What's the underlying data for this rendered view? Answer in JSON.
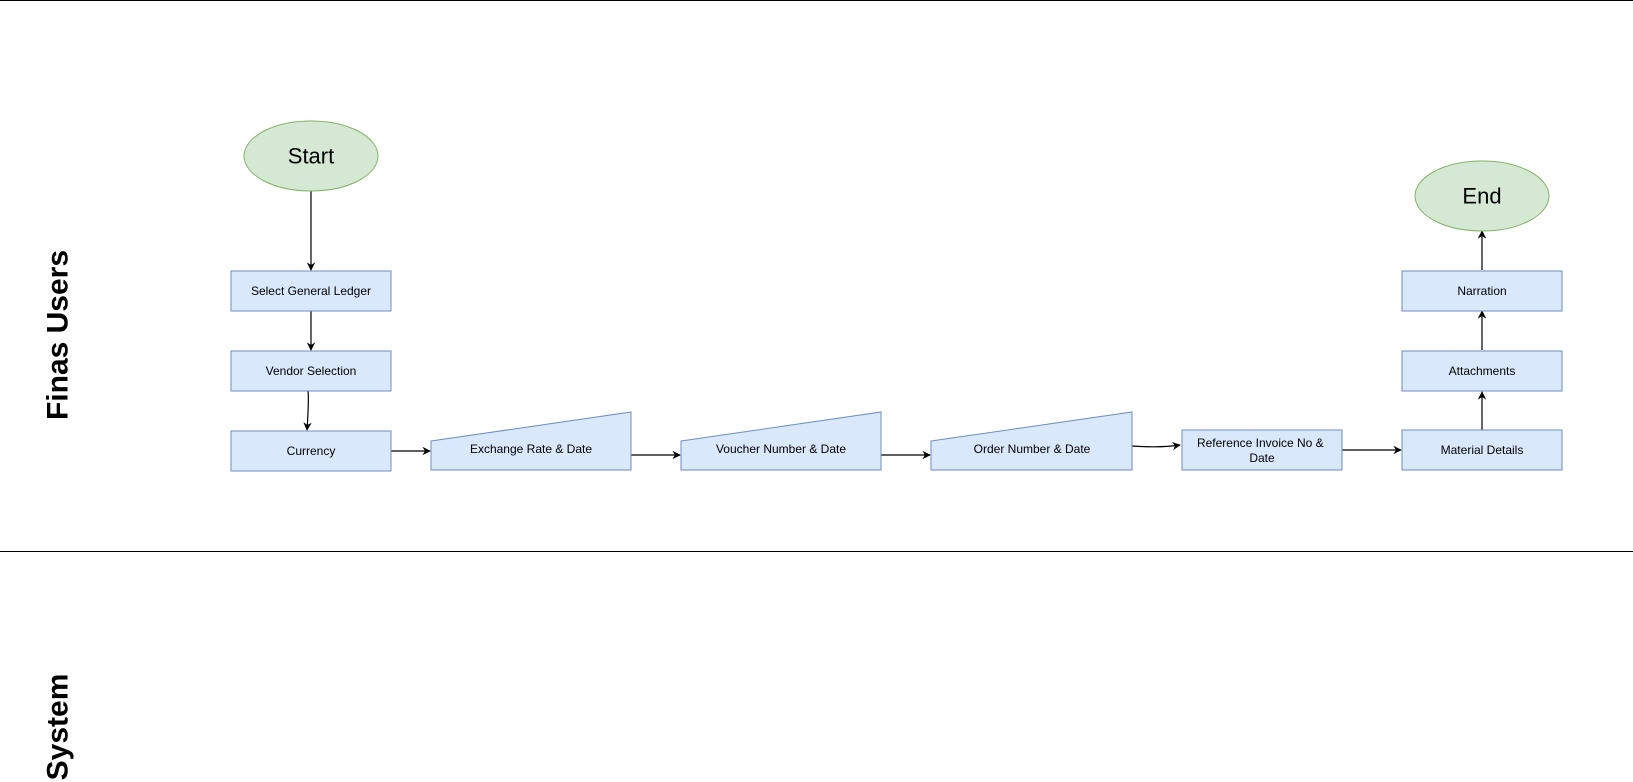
{
  "lanes": {
    "users_label": "Finas Users",
    "system_label": "System"
  },
  "nodes": {
    "start": "Start",
    "end": "End",
    "select_general_ledger": "Select General Ledger",
    "vendor_selection": "Vendor Selection",
    "currency": "Currency",
    "exchange_rate_date": "Exchange Rate & Date",
    "voucher_number_date": "Voucher Number & Date",
    "order_number_date": "Order Number & Date",
    "reference_invoice_line1": "Reference Invoice No &",
    "reference_invoice_line2": "Date",
    "material_details": "Material Details",
    "attachments": "Attachments",
    "narration": "Narration"
  },
  "colors": {
    "terminal_fill": "#d5e8d4",
    "terminal_stroke": "#82b366",
    "process_fill": "#dae8fc",
    "process_stroke": "#6c8ebf",
    "lane_divider": "#000000",
    "edge": "#000000"
  }
}
